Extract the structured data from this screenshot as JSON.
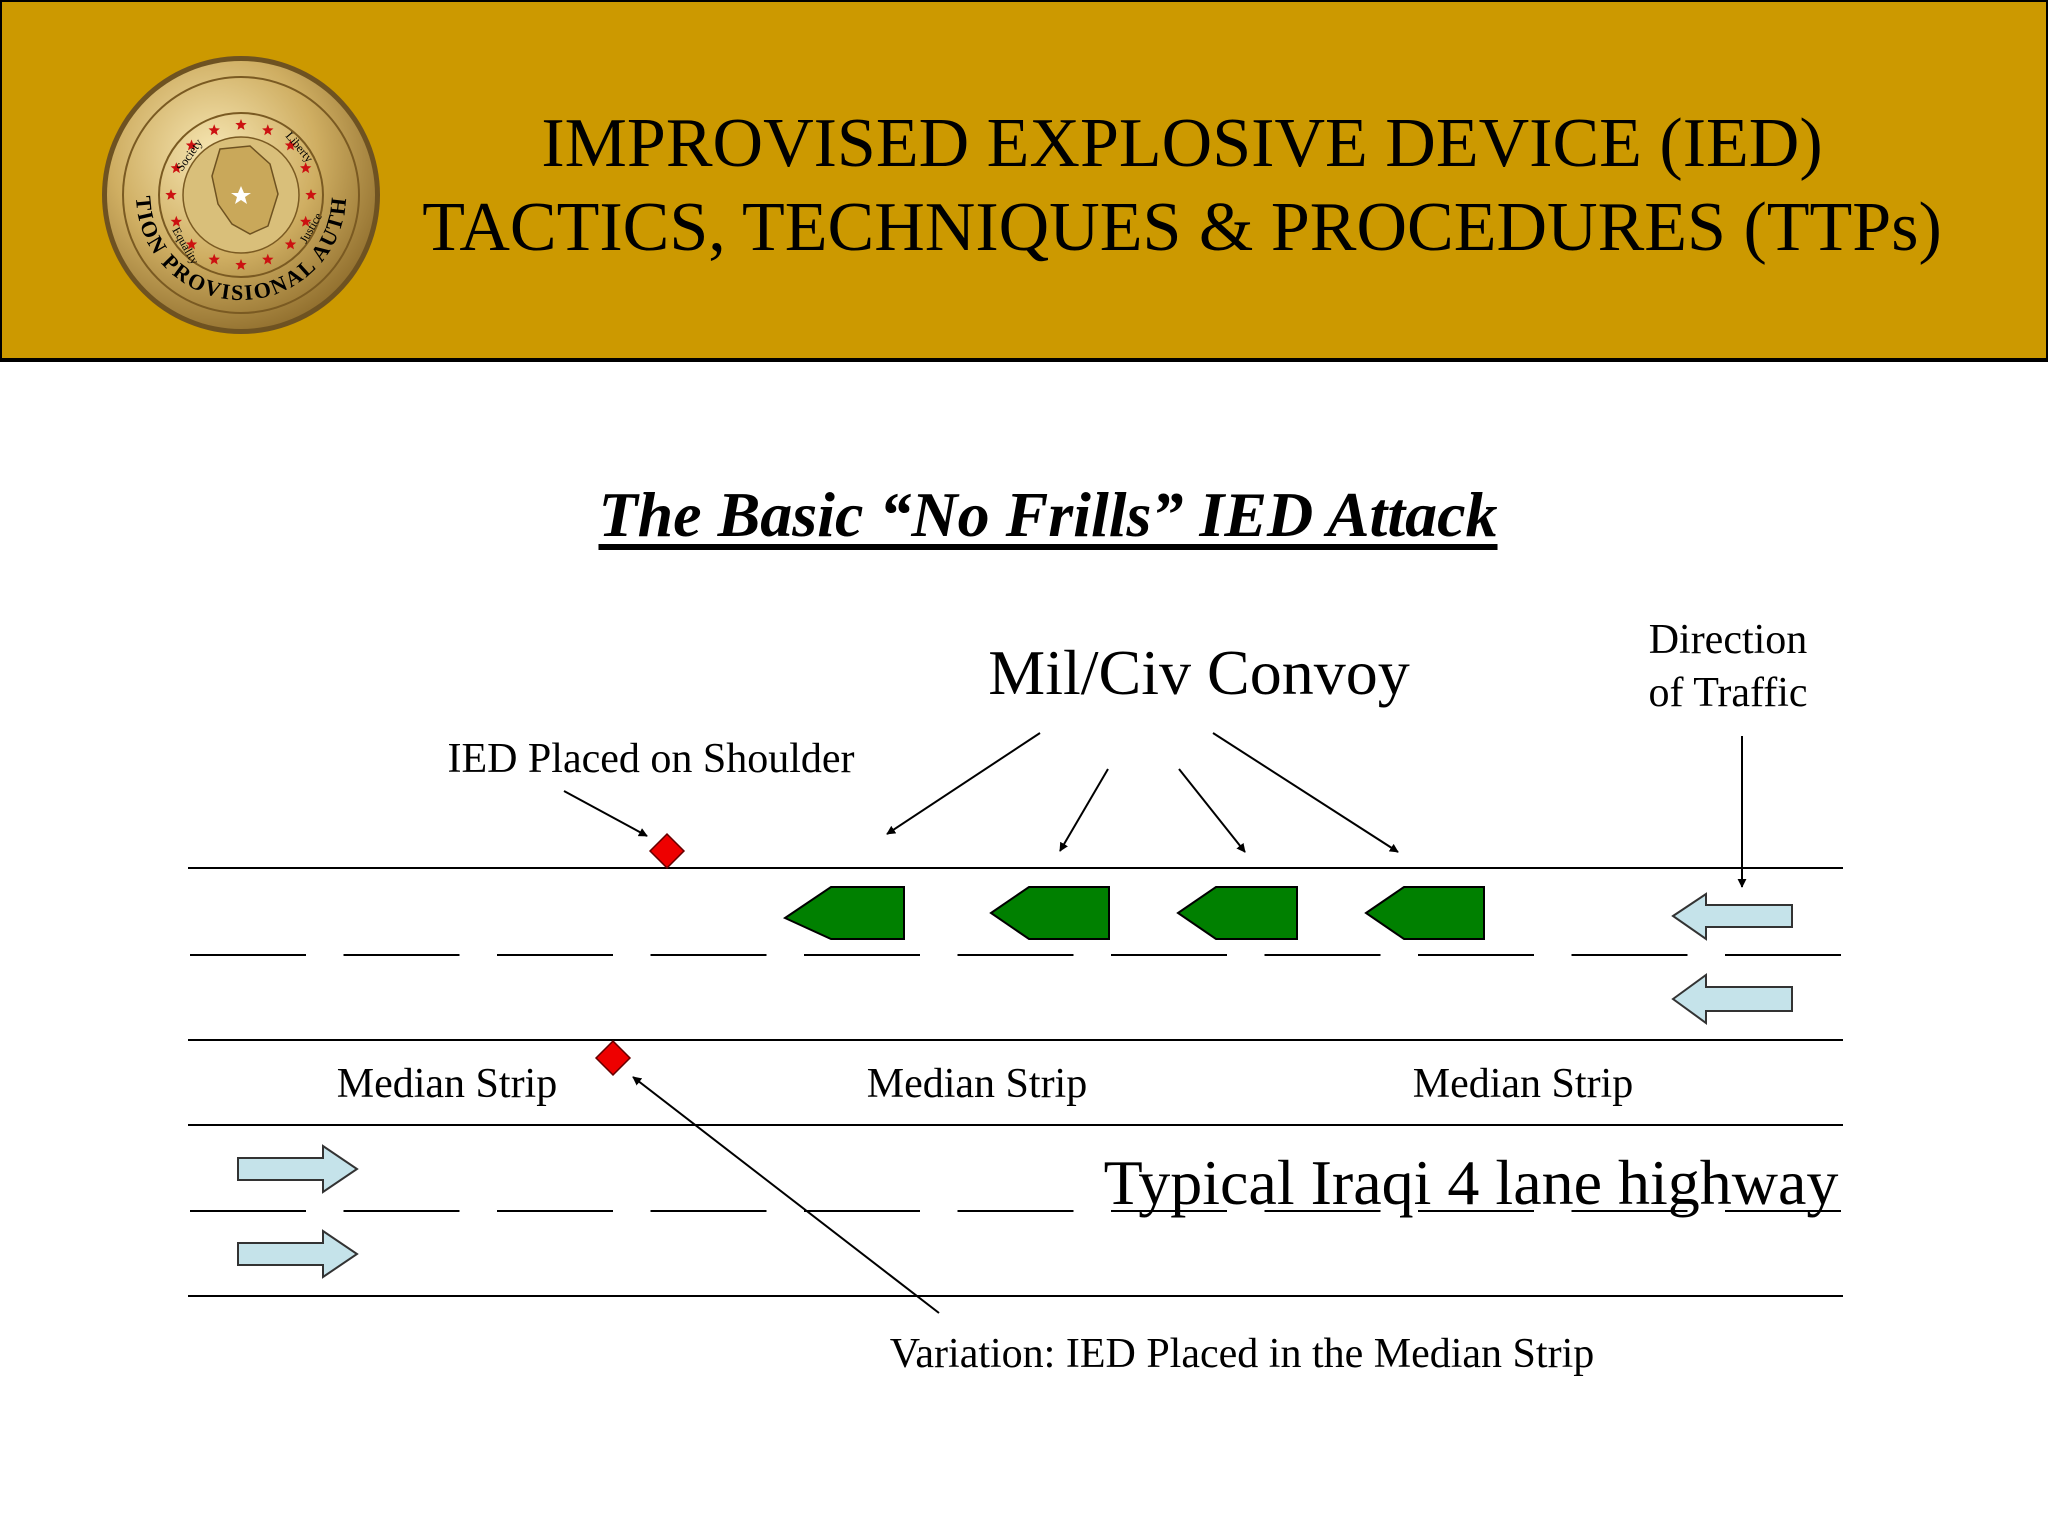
{
  "header": {
    "background_color": "#cc9900",
    "title_line_1": "IMPROVISED EXPLOSIVE DEVICE (IED)",
    "title_line_2": "TACTICS, TECHNIQUES & PROCEDURES (TTPs)",
    "seal": {
      "icon": "coalition-provisional-authority-seal",
      "text": "COALITION PROVISIONAL AUTHORITY",
      "words": [
        "Society",
        "Liberty",
        "Justice",
        "Equality"
      ]
    }
  },
  "diagram": {
    "title": "The Basic “No Frills” IED Attack",
    "convoy_label": "Mil/Civ Convoy",
    "direction_label_line_1": "Direction",
    "direction_label_line_2": "of Traffic",
    "ied_shoulder_label": "IED Placed on Shoulder",
    "ied_median_label": "Variation: IED Placed in the Median Strip",
    "median_labels": [
      "Median Strip",
      "Median Strip",
      "Median Strip"
    ],
    "highway_label": "Typical Iraqi 4 lane highway",
    "vehicle_color": "#008000",
    "ied_color": "#ee0000",
    "traffic_arrow_color": "#c5e3ea"
  }
}
